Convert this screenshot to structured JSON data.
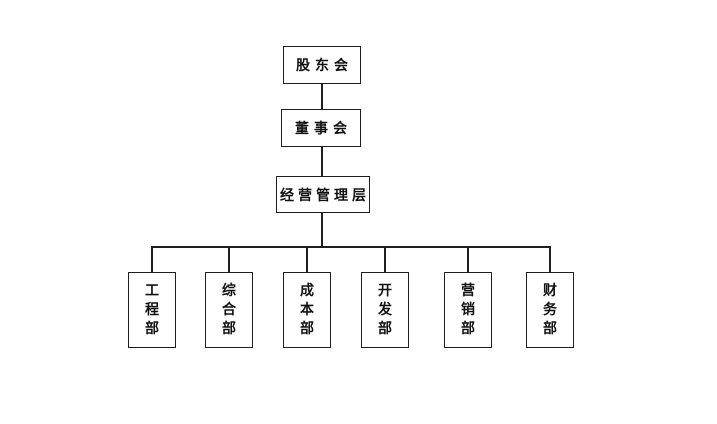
{
  "org_chart": {
    "type": "organization-chart",
    "nodes": {
      "shareholders": {
        "label": "股东会"
      },
      "board": {
        "label": "董事会"
      },
      "management": {
        "label": "经营管理层"
      }
    },
    "departments": [
      {
        "id": "engineering",
        "label": "工程部"
      },
      {
        "id": "general-affairs",
        "label": "综合部"
      },
      {
        "id": "cost",
        "label": "成本部"
      },
      {
        "id": "development",
        "label": "开发部"
      },
      {
        "id": "marketing",
        "label": "营销部"
      },
      {
        "id": "finance",
        "label": "财务部"
      }
    ],
    "colors": {
      "line": "#1f1f1f",
      "box_border": "#1f1f1f",
      "text": "#111111",
      "background": "#ffffff"
    }
  }
}
